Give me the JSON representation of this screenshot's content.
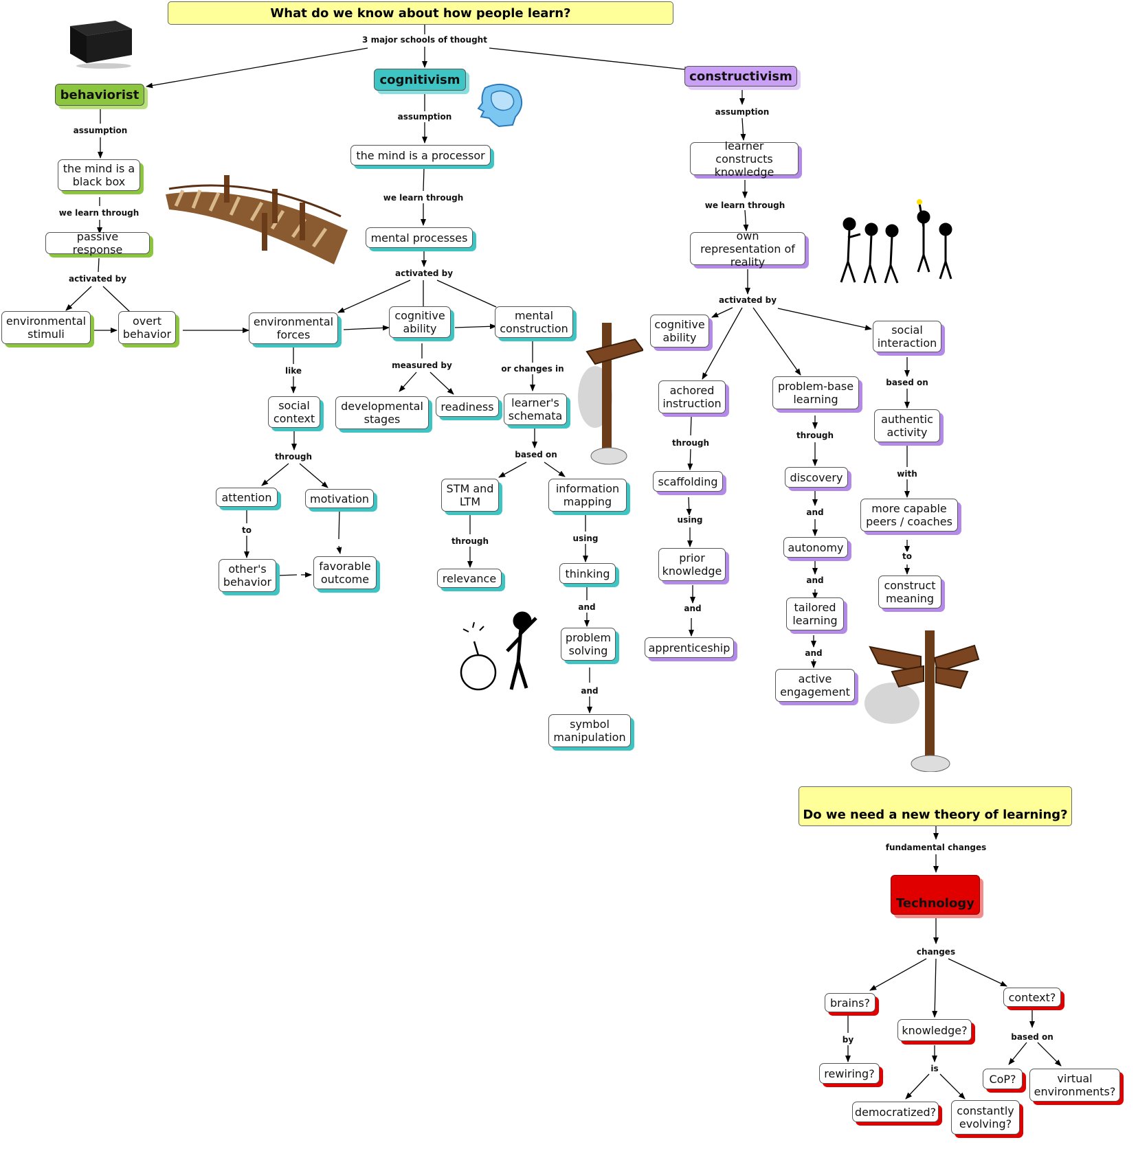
{
  "title": "What do we know about how people learn?",
  "question": "Do we need a new theory of learning?",
  "nodes": {
    "behaviorist": "behaviorist",
    "cognitivism": "cognitivism",
    "constructivism": "constructivism",
    "black_box": "the mind is a black box",
    "passive_response": "passive response",
    "env_stimuli": "environmental stimuli",
    "overt_behavior": "overt behavior",
    "processor": "the mind is a processor",
    "mental_processes": "mental processes",
    "env_forces": "environmental forces",
    "cog_ability": "cognitive ability",
    "mental_construction": "mental construction",
    "social_context": "social context",
    "dev_stages": "developmental stages",
    "readiness": "readiness",
    "schemata": "learner's schemata",
    "attention": "attention",
    "motivation": "motivation",
    "others_behavior": "other's behavior",
    "favorable_outcome": "favorable outcome",
    "stm_ltm": "STM and LTM",
    "info_mapping": "information mapping",
    "relevance": "relevance",
    "thinking": "thinking",
    "problem_solving": "problem solving",
    "symbol_manipulation": "symbol manipulation",
    "constructs_knowledge": "learner constructs knowledge",
    "own_representation": "own representation of reality",
    "cog_ability2": "cognitive ability",
    "social_interaction": "social interaction",
    "anchored": "achored instruction",
    "pbl": "problem-base learning",
    "scaffolding": "scaffolding",
    "discovery": "discovery",
    "authentic": "authentic activity",
    "prior_knowledge": "prior knowledge",
    "autonomy": "autonomy",
    "peers": "more capable peers / coaches",
    "apprenticeship": "apprenticeship",
    "tailored": "tailored learning",
    "construct_meaning": "construct meaning",
    "active_engagement": "active engagement",
    "technology": "Technology",
    "brains": "brains?",
    "knowledge": "knowledge?",
    "context": "context?",
    "rewiring": "rewiring?",
    "democratized": "democratized?",
    "evolving": "constantly evolving?",
    "cop": "CoP?",
    "virtual": "virtual environments?"
  },
  "links": {
    "schools": "3 major schools of thought",
    "b_assumption": "assumption",
    "b_learn": "we learn through",
    "b_activated": "activated by",
    "c_assumption": "assumption",
    "c_learn": "we learn through",
    "c_activated": "activated by",
    "like": "like",
    "measured": "measured by",
    "changes_in": "or changes in",
    "sc_through": "through",
    "to": "to",
    "based_on": "based on",
    "stm_through": "through",
    "using": "using",
    "and1": "and",
    "and2": "and",
    "k_assumption": "assumption",
    "k_learn": "we learn through",
    "k_activated": "activated by",
    "a_through": "through",
    "p_through": "through",
    "si_based": "based on",
    "s_using": "using",
    "d_and": "and",
    "with": "with",
    "pk_and": "and",
    "au_and": "and",
    "peers_to": "to",
    "tl_and": "and",
    "fundamental": "fundamental changes",
    "changes": "changes",
    "by": "by",
    "is": "is",
    "ctx_based": "based on"
  },
  "colors": {
    "behaviorist": "#8cc63f",
    "cognitivism": "#3fc4c4",
    "constructivism": "#c9a0f5",
    "technology": "#e00000",
    "title_fill": "#ffff99"
  }
}
